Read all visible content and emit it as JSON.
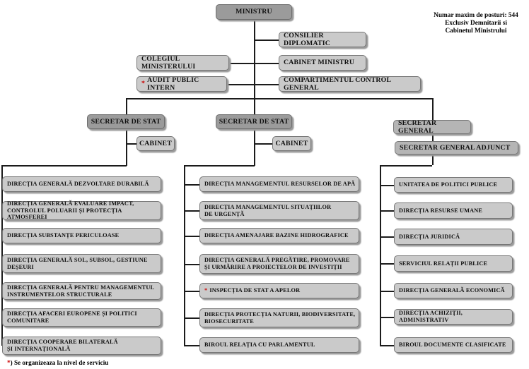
{
  "annotation": {
    "text": "Numar maxim de posturi: 544\nExclusiv Demnitarii si\nCabinetul Ministrului"
  },
  "top": {
    "ministru": "MINISTRU",
    "consilier_diplomatic": "CONSILIER DIPLOMATIC",
    "colegiul_ministerului": "COLEGIUL MINISTERULUI",
    "cabinet_ministru": "CABINET MINISTRU",
    "audit_public_intern": {
      "asterisk": "*",
      "label": "AUDIT PUBLIC INTERN"
    },
    "compartimentul_control_general": "COMPARTIMENTUL CONTROL GENERAL"
  },
  "level2": {
    "secretar_de_stat_left": "SECRETAR DE STAT",
    "secretar_de_stat_center": "SECRETAR DE STAT",
    "cabinet_left": "CABINET",
    "cabinet_center": "CABINET",
    "secretar_general": "SECRETAR GENERAL",
    "secretar_general_adjunct": "SECRETAR GENERAL ADJUNCT"
  },
  "columns": {
    "left": [
      {
        "label": "DIRECȚIA GENERALĂ DEZVOLTARE DURABILĂ"
      },
      {
        "label": "DIRECȚIA GENERALĂ EVALUARE IMPACT,\nCONTROLUL POLUARII ȘI PROTECȚIA ATMOSFEREI"
      },
      {
        "label": "DIRECȚIA SUBSTANȚE PERICULOASE"
      },
      {
        "label": "DIRECȚIA GENERALĂ SOL, SUBSOL, GESTIUNE\nDEȘEURI"
      },
      {
        "label": "DIRECȚIA GENERALĂ PENTRU MANAGEMENTUL\nINSTRUMENTELOR STRUCTURALE"
      },
      {
        "label": "DIRECȚIA AFACERI EUROPENE ȘI POLITICI\nCOMUNITARE"
      },
      {
        "label": "DIRECȚIA COOPERARE BILATERALĂ\nȘI INTERNAȚIONALĂ"
      }
    ],
    "middle": [
      {
        "label": "DIRECȚIA MANAGEMENTUL RESURSELOR DE APĂ"
      },
      {
        "label": "DIRECȚIA MANAGEMENTUL SITUAȚIILOR\nDE URGENȚĂ"
      },
      {
        "label": "DIRECȚIA AMENAJARE BAZINE HIDROGRAFICE"
      },
      {
        "label": "DIRECȚIA GENERALĂ PREGĂTIRE, PROMOVARE\nȘI URMĂRIRE A PROIECTELOR DE INVESTIȚII"
      },
      {
        "asterisk": "*",
        "label": "INSPECȚIA DE STAT A APELOR"
      },
      {
        "label": "DIRECȚIA PROTECȚIA NATURII, BIODIVERSITATE,\nBIOSECURITATE"
      },
      {
        "label": "BIROUL RELAȚIA CU PARLAMENTUL"
      }
    ],
    "right": [
      {
        "label": "UNITATEA DE POLITICI PUBLICE"
      },
      {
        "label": "DIRECȚIA RESURSE UMANE"
      },
      {
        "label": "DIRECȚIA JURIDICĂ"
      },
      {
        "label": "SERVICIUL RELAȚII PUBLICE"
      },
      {
        "label": "DIRECȚIA GENERALĂ ECONOMICĂ"
      },
      {
        "label": "DIRECȚIA ACHIZIȚII, ADMINISTRATIV"
      },
      {
        "label": "BIROUL DOCUMENTE CLASIFICATE"
      }
    ]
  },
  "footnote": {
    "asterisk": "*",
    "text": ") Se organizeaza la nivel de serviciu"
  },
  "colors": {
    "node_dark": "#9b9b9b",
    "node_mid": "#b5b5b5",
    "node_light": "#cacaca",
    "asterisk_red": "#cc0000",
    "line": "#1b1b1b"
  }
}
